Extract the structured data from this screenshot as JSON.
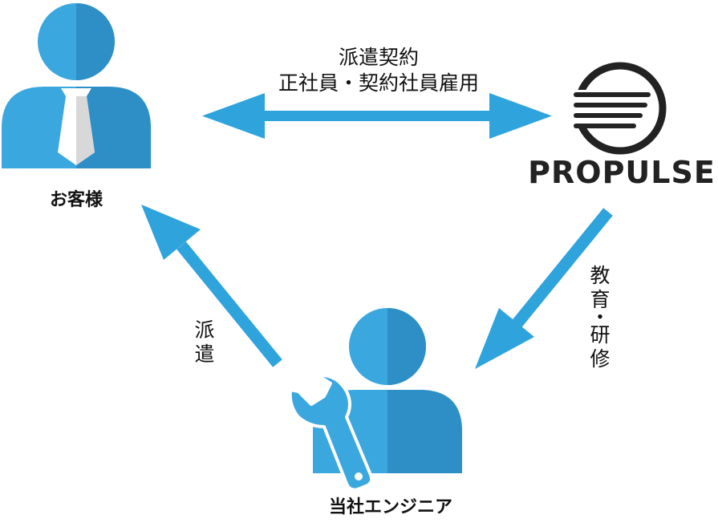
{
  "nodes": {
    "customer": {
      "label": "お客様"
    },
    "company": {
      "brand": "PROPULSE"
    },
    "engineer": {
      "label": "当社エンジニア"
    }
  },
  "edges": {
    "contract": {
      "line1": "派遣契約",
      "line2": "正社員・契約社員雇用"
    },
    "dispatch": {
      "char1": "派",
      "char2": "遣"
    },
    "training": {
      "char1": "教",
      "char2": "育",
      "char3": "・",
      "char4": "研",
      "char5": "修"
    }
  },
  "colors": {
    "blue_light": "#3aa7df",
    "blue_dark": "#2e8fc6",
    "label_blue": "#2fa3dc",
    "arrow": "#2fa3dc",
    "tie_light": "#ffffff",
    "tie_shade": "#d8d8d8",
    "logo": "#222222"
  }
}
